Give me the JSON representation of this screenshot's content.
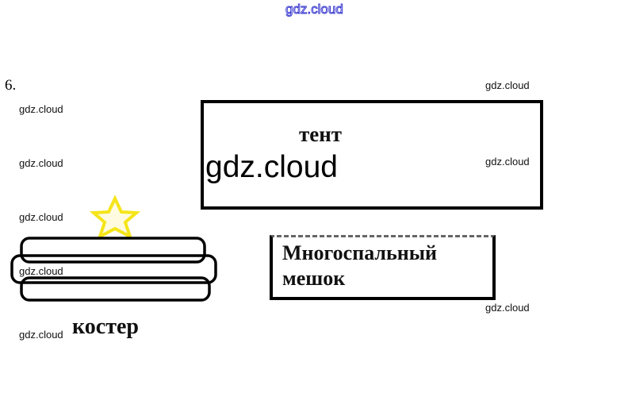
{
  "watermarks": {
    "top": "gdz.cloud",
    "large": "gdz.cloud",
    "right": [
      "gdz.cloud",
      "gdz.cloud",
      "gdz.cloud"
    ],
    "left": [
      "gdz.cloud",
      "gdz.cloud",
      "gdz.cloud",
      "gdz.cloud",
      "gdz.cloud"
    ]
  },
  "task_number": "6.",
  "labels": {
    "tent": "тент",
    "sleeping_bag_line1": "Многоспальный",
    "sleeping_bag_line2": "мешок",
    "campfire": "костер"
  },
  "colors": {
    "star": "#f5e51a",
    "watermark_top": "#3a3ad0"
  }
}
